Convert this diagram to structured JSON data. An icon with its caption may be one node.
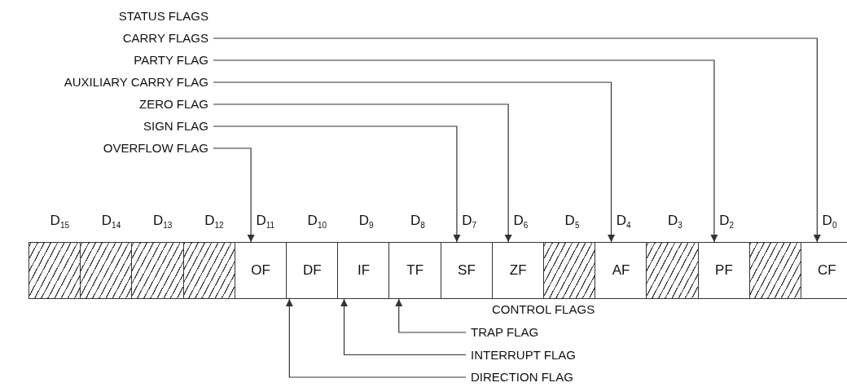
{
  "diagram": {
    "nodes": [
      {
        "text": [
          "CARRY FLAGS"
        ]
      },
      {
        "text": [
          "PARTY FLAG"
        ]
      },
      {
        "text": [
          "AUXILIARY CARRY FLAG"
        ]
      },
      {
        "text": [
          "ZERO FLAG"
        ]
      },
      {
        "text": [
          "SIGN FLAG"
        ]
      },
      {
        "text": [
          "OVERFLOW FLAG"
        ]
      },
      {
        "text": [],
        "shape": "box",
        "beside": [
          "D$_{15}$"
        ]
      },
      {
        "text": [],
        "shape": "box",
        "beside": [
          "D$_{14}$"
        ]
      },
      {
        "text": [],
        "shape": "box",
        "beside": [
          "D$_{13}$"
        ]
      },
      {
        "text": [],
        "shape": "box",
        "beside": [
          "D$_{12}$"
        ]
      },
      {
        "text": [
          "OF"
        ],
        "beside": [
          "D$_{11}$"
        ]
      },
      {
        "text": [
          "DF"
        ],
        "beside": [
          "D$_{10}$"
        ]
      },
      {
        "text": [
          "IF"
        ],
        "beside": [
          "D$_{9}$"
        ]
      },
      {
        "text": [
          "TF"
        ],
        "beside": [
          "D$_{8}$"
        ]
      },
      {
        "text": [
          "SF"
        ],
        "beside": [
          "D$_{7}$"
        ]
      },
      {
        "text": [
          "ZF"
        ],
        "beside": [
          "D$_{6}$"
        ]
      },
      {
        "text": [],
        "shape": "box",
        "beside": [
          "D$_{5}$"
        ]
      },
      {
        "text": [
          "AF"
        ],
        "beside": [
          "D$_{4}$"
        ]
      },
      {
        "text": [],
        "shape": "box",
        "beside": [
          "D$_{3}$"
        ]
      },
      {
        "text": [
          "PF"
        ],
        "beside": [
          "D$_{2}$"
        ]
      },
      {
        "text": [],
        "shape": "box"
      },
      {
        "text": [
          "CF"
        ],
        "beside": [
          "D$_{0}$"
        ]
      },
      {
        "text": [
          "TRAP FLAG"
        ]
      },
      {
        "text": [
          "INTERRUPT FLAG"
        ]
      },
      {
        "text": [
          "DIRECTION FLAG"
        ]
      }
    ],
    "edges": [
      {
        "from": 0,
        "to": 21,
        "arrow": "to"
      },
      {
        "from": 1,
        "to": 19,
        "arrow": "to"
      },
      {
        "from": 2,
        "to": 17,
        "arrow": "to"
      },
      {
        "from": 3,
        "to": 15,
        "arrow": "to"
      },
      {
        "from": 4,
        "to": 14,
        "arrow": "to"
      },
      {
        "from": 5,
        "to": 10,
        "arrow": "to"
      },
      {
        "from": 22,
        "to": 13,
        "arrow": "to"
      },
      {
        "from": 23,
        "to": 12,
        "arrow": "to"
      },
      {
        "from": 24,
        "to": 11,
        "arrow": "to"
      }
    ],
    "labels": [
      "STATUS FLAGS",
      "CONTROL FLAGS"
    ]
  }
}
